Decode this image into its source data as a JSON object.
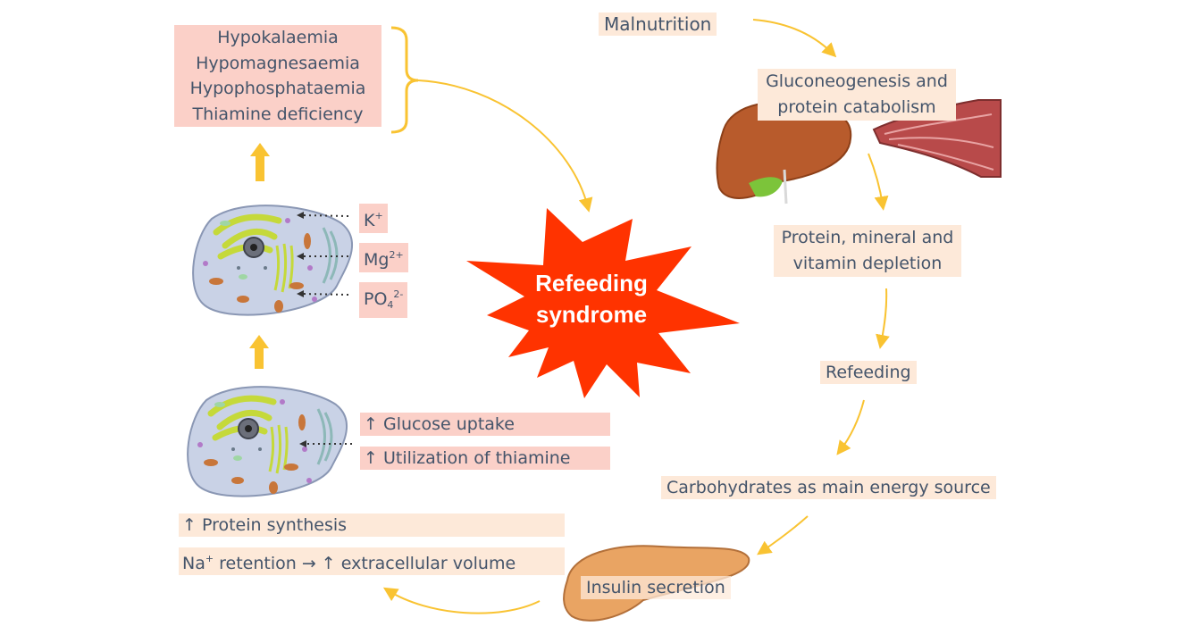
{
  "center": {
    "line1": "Refeeding",
    "line2": "syndrome",
    "color": "#ff3300"
  },
  "right_flow": {
    "malnutrition": "Malnutrition",
    "gluconeogenesis": [
      "Gluconeogenesis and",
      "protein catabolism"
    ],
    "depletion": [
      "Protein, mineral and",
      "vitamin depletion"
    ],
    "refeeding": "Refeeding",
    "carbohydrates": "Carbohydrates as main energy source",
    "insulin": "Insulin secretion"
  },
  "left_flow": {
    "deficiencies": [
      "Hypokalaemia",
      "Hypomagnesaemia",
      "Hypophosphataemia",
      "Thiamine deficiency"
    ],
    "ions": {
      "k": "K",
      "k_sup": "+",
      "mg": "Mg",
      "mg_sup": "2+",
      "po": "PO",
      "po_sub": "4",
      "po_sup": "2-"
    },
    "up_arrow": "↑",
    "glucose_uptake": "Glucose uptake",
    "thiamine_utilization": "Utilization of thiamine",
    "protein_synthesis": "Protein synthesis",
    "na_prefix": "Na",
    "na_sup": "+",
    "na_mid": " retention ",
    "right_arrow": "→",
    "na_suffix": " extracellular volume"
  },
  "colors": {
    "arrow": "#f9c332",
    "brace": "#f9c332",
    "peach_box": "#fde9d9",
    "pink_box": "#fbd0c8",
    "text": "#44546a"
  },
  "icons": [
    "liver-icon",
    "muscle-icon",
    "pancreas-icon",
    "cell-icon",
    "starburst-icon"
  ]
}
